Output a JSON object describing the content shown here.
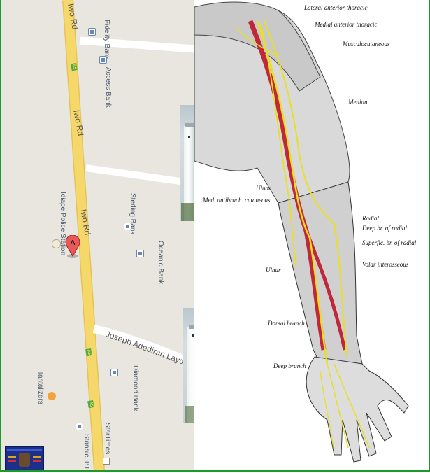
{
  "map": {
    "roads": [
      "Iwo Rd",
      "Iwo Rd",
      "Iwo Rd",
      "Joseph Adediran Layo"
    ],
    "route_shield": "A5",
    "places": [
      "Fidelity Bank",
      "Access Bank",
      "Sterling Bank",
      "Oceanic Bank",
      "Idiape Police Station",
      "Diamond Bank",
      "Tantalizers",
      "Stanbic IBTC Bank",
      "StarTimes"
    ],
    "marker": "A"
  },
  "anatomy": {
    "labels": [
      "Lateral anterior thoracic",
      "Medial anterior thoracic",
      "Musculocutaneous",
      "Median",
      "Ulnar",
      "Med. antibrach. cutaneous",
      "Radial",
      "Deep br. of radial",
      "Superfic. br. of radial",
      "Volar interosseous",
      "Ulnar",
      "Dorsal branch",
      "Deep branch"
    ],
    "colors": {
      "artery": "#c0283a",
      "nerve": "#e8e020",
      "muscle": "#bfbfbf"
    }
  },
  "colors": {
    "frame": "#1e9a2a",
    "road": "#f6d86a",
    "map_bg": "#e9e6df"
  }
}
